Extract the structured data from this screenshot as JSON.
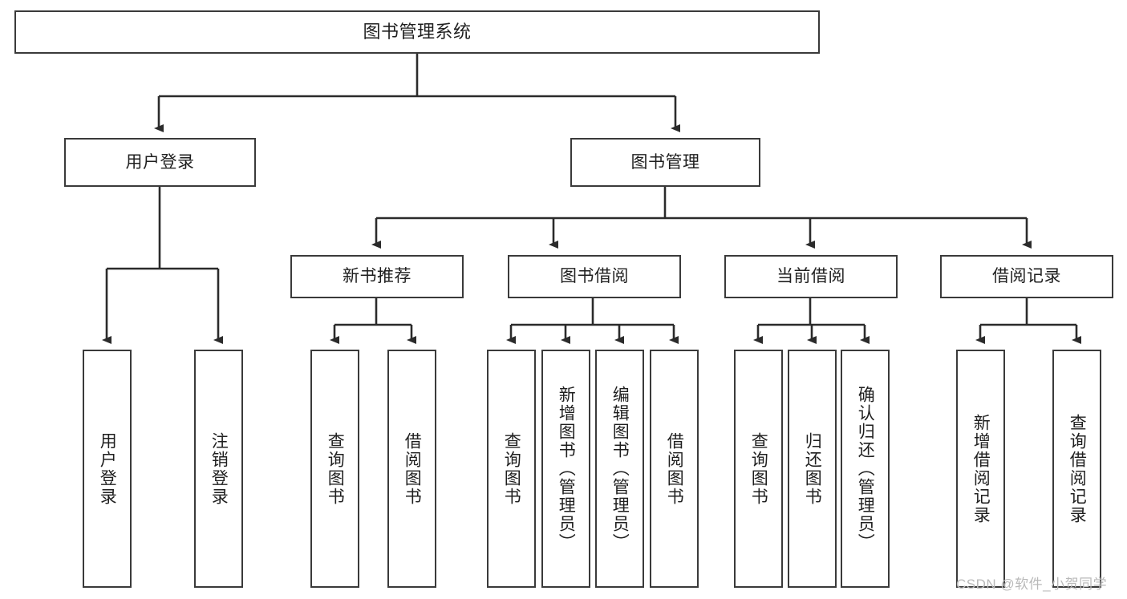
{
  "diagram": {
    "title": "图书管理系统",
    "type": "hierarchy-tree",
    "colors": {
      "box_border": "#3a3a3a",
      "box_fill": "#ffffff",
      "edge": "#2b2b2b",
      "text": "#1f1f1f",
      "watermark": "#b9b9b9"
    },
    "nodes": {
      "root": {
        "label": "图书管理系统",
        "orientation": "horizontal"
      },
      "level1": [
        {
          "id": "user-login",
          "label": "用户登录",
          "orientation": "horizontal"
        },
        {
          "id": "book-manage",
          "label": "图书管理",
          "orientation": "horizontal"
        }
      ],
      "level2": [
        {
          "id": "new-book-recommend",
          "label": "新书推荐",
          "orientation": "horizontal"
        },
        {
          "id": "book-borrow",
          "label": "图书借阅",
          "orientation": "horizontal"
        },
        {
          "id": "current-borrow",
          "label": "当前借阅",
          "orientation": "horizontal"
        },
        {
          "id": "borrow-record",
          "label": "借阅记录",
          "orientation": "horizontal"
        }
      ],
      "leaves": [
        {
          "id": "leaf-user-login",
          "label": "用户登录",
          "parent": "user-login",
          "orientation": "vertical"
        },
        {
          "id": "leaf-logout-login",
          "label": "注销登录",
          "parent": "user-login",
          "orientation": "vertical"
        },
        {
          "id": "leaf-query-book-1",
          "label": "查询图书",
          "parent": "new-book-recommend",
          "orientation": "vertical"
        },
        {
          "id": "leaf-borrow-book-1",
          "label": "借阅图书",
          "parent": "new-book-recommend",
          "orientation": "vertical"
        },
        {
          "id": "leaf-query-book-2",
          "label": "查询图书",
          "parent": "book-borrow",
          "orientation": "vertical"
        },
        {
          "id": "leaf-add-book",
          "label": "新增图书（管理员）",
          "parent": "book-borrow",
          "orientation": "vertical"
        },
        {
          "id": "leaf-edit-book",
          "label": "编辑图书（管理员）",
          "parent": "book-borrow",
          "orientation": "vertical"
        },
        {
          "id": "leaf-borrow-book-2",
          "label": "借阅图书",
          "parent": "book-borrow",
          "orientation": "vertical"
        },
        {
          "id": "leaf-query-book-3",
          "label": "查询图书",
          "parent": "current-borrow",
          "orientation": "vertical"
        },
        {
          "id": "leaf-return-book",
          "label": "归还图书",
          "parent": "current-borrow",
          "orientation": "vertical"
        },
        {
          "id": "leaf-confirm-return",
          "label": "确认归还（管理员）",
          "parent": "current-borrow",
          "orientation": "vertical"
        },
        {
          "id": "leaf-add-record",
          "label": "新增借阅记录",
          "parent": "borrow-record",
          "orientation": "vertical"
        },
        {
          "id": "leaf-query-record",
          "label": "查询借阅记录",
          "parent": "borrow-record",
          "orientation": "vertical"
        }
      ]
    },
    "watermark": "CSDN @软件_小贺同学"
  }
}
